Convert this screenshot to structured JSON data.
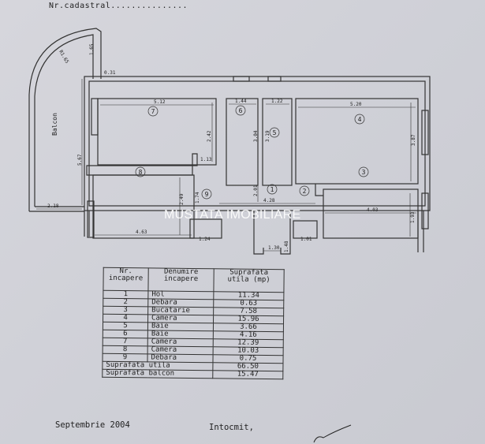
{
  "header": {
    "cadastral_label": "Nr.cadastral..............."
  },
  "plan": {
    "balcony_label": "Balcon",
    "watermark": "MUSTATA IMOBILIARE",
    "room_numbers": [
      "1",
      "2",
      "3",
      "4",
      "5",
      "6",
      "7",
      "8",
      "9"
    ],
    "dimensions": {
      "balcony_radius": "R1.65",
      "balcony_top": "1.65",
      "balcony_offset": "0.31",
      "balcony_length": "5.67",
      "balcony_width": "2.18",
      "room7_width": "5.12",
      "room7_depth": "2.42",
      "room6_width": "1.44",
      "room6_depth": "3.04",
      "room5_width": "1.22",
      "room5_depth": "3.19",
      "room4_width": "5.20",
      "room4_depth": "3.87",
      "room8_width": "4.63",
      "room8_depth": "2.49",
      "hall_width": "4.28",
      "hall_depth": "2.01",
      "hall_small": "1.13",
      "hall_side": "1.74",
      "room3_width": "4.03",
      "room3_depth": "1.93",
      "room9_width": "1.24",
      "room2_width": "1.01",
      "entry_width": "1.30",
      "entry_depth": "1.48"
    }
  },
  "table": {
    "headers": [
      "Nr. incapere",
      "Denumire incapere",
      "Suprafata utila (mp)"
    ],
    "rows": [
      {
        "nr": "1",
        "name": "Hol",
        "area": "11.34"
      },
      {
        "nr": "2",
        "name": "Debara",
        "area": "0.63"
      },
      {
        "nr": "3",
        "name": "Bucatarie",
        "area": "7.58"
      },
      {
        "nr": "4",
        "name": "Camera",
        "area": "15.96"
      },
      {
        "nr": "5",
        "name": "Baie",
        "area": "3.66"
      },
      {
        "nr": "6",
        "name": "Baie",
        "area": "4.16"
      },
      {
        "nr": "7",
        "name": "Camera",
        "area": "12.39"
      },
      {
        "nr": "8",
        "name": "Camera",
        "area": "10.03"
      },
      {
        "nr": "9",
        "name": "Debara",
        "area": "0.75"
      }
    ],
    "total_useful": {
      "label": "Suprafata utila",
      "area": "66.50"
    },
    "total_balcony": {
      "label": "Suprafata balcon",
      "area": "15.47"
    }
  },
  "footer": {
    "date": "Septembrie 2004",
    "signed_label": "Intocmit,"
  }
}
